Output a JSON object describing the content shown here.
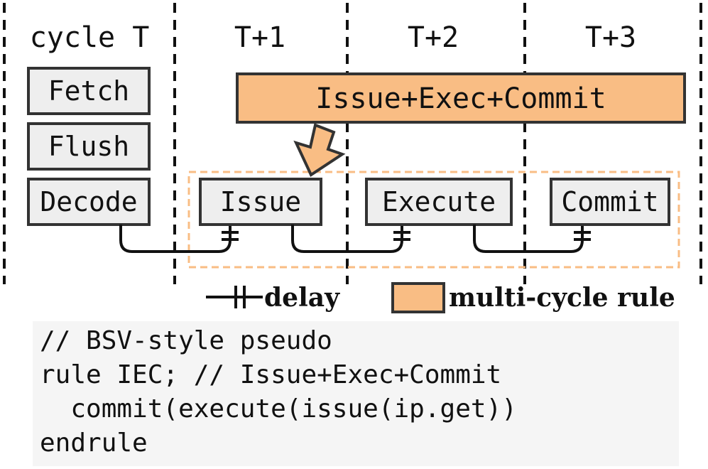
{
  "cycles": [
    "cycle T",
    "T+1",
    "T+2",
    "T+3"
  ],
  "stages_t": [
    "Fetch",
    "Flush",
    "Decode"
  ],
  "stages_pipeline": [
    "Issue",
    "Execute",
    "Commit"
  ],
  "multi_cycle_rule": {
    "label": "Issue+Exec+Commit"
  },
  "legend": {
    "delay_label": "delay",
    "multi_label": "multi-cycle rule"
  },
  "colors": {
    "multi_fill": "#f9bd84",
    "stage_fill": "#eeeeee",
    "border": "#333333",
    "dashed_orange": "#f9bd84"
  },
  "code": [
    "// BSV-style pseudo",
    "rule IEC; // Issue+Exec+Commit",
    "  commit(execute(issue(ip.get))",
    "endrule"
  ]
}
